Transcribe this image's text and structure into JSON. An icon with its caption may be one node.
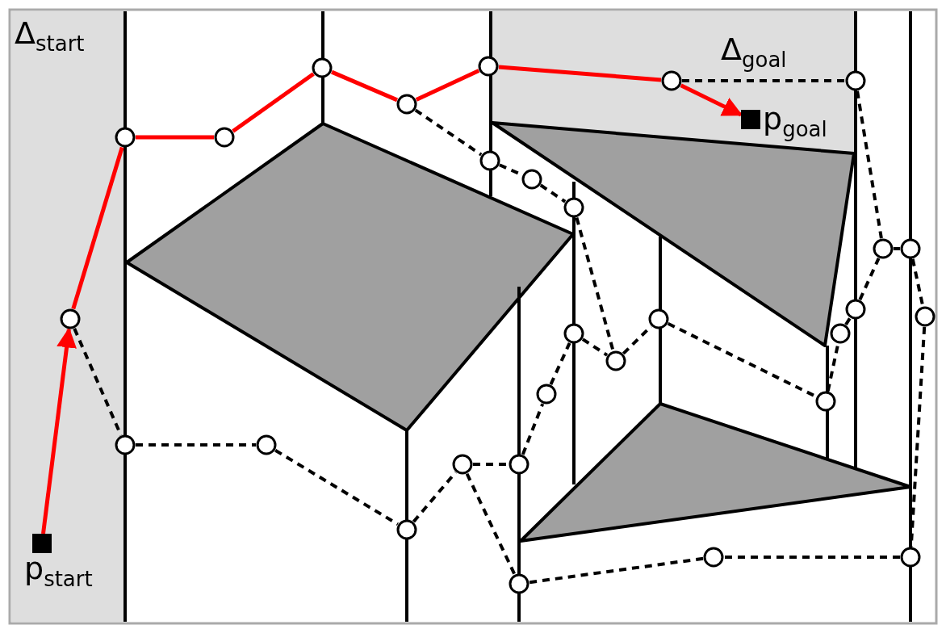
{
  "diagram": {
    "nodes": [
      {
        "text": [],
        "shape": "circle"
      },
      {
        "text": [],
        "shape": "circle"
      },
      {
        "text": [],
        "shape": "circle"
      },
      {
        "text": [],
        "shape": "circle"
      },
      {
        "text": [],
        "shape": "circle"
      },
      {
        "text": [],
        "shape": "circle"
      },
      {
        "text": [],
        "shape": "circle"
      },
      {
        "text": [],
        "shape": "circle"
      },
      {
        "text": [],
        "shape": "circle"
      },
      {
        "text": [],
        "shape": "circle"
      },
      {
        "text": [],
        "shape": "circle"
      },
      {
        "text": [],
        "shape": "circle"
      },
      {
        "text": [],
        "shape": "circle"
      },
      {
        "text": [],
        "shape": "circle"
      },
      {
        "text": [],
        "shape": "circle"
      },
      {
        "text": [],
        "shape": "circle"
      },
      {
        "text": [],
        "shape": "circle"
      },
      {
        "text": [],
        "shape": "circle"
      },
      {
        "text": [],
        "shape": "circle"
      },
      {
        "text": [],
        "shape": "circle"
      },
      {
        "text": [],
        "shape": "circle"
      },
      {
        "text": [],
        "shape": "circle"
      },
      {
        "text": [],
        "shape": "circle"
      },
      {
        "text": [],
        "shape": "circle"
      },
      {
        "text": [],
        "shape": "circle"
      },
      {
        "text": [],
        "shape": "circle"
      },
      {
        "text": [],
        "shape": "circle"
      },
      {
        "text": [],
        "shape": "circle"
      },
      {
        "text": [],
        "shape": "circle"
      },
      {
        "text": [],
        "shape": "box",
        "beside": [
          "p$_{start}$"
        ]
      },
      {
        "text": [],
        "shape": "box",
        "beside": [
          "p$_{goal}$"
        ]
      }
    ],
    "edges": [
      {
        "from": 29,
        "to": 0,
        "arrow": "to",
        "color": "#ff0000"
      },
      {
        "from": 0,
        "to": 1,
        "arrow": "none",
        "color": "#ff0000"
      },
      {
        "from": 1,
        "to": 2,
        "arrow": "none",
        "color": "#ff0000"
      },
      {
        "from": 2,
        "to": 3,
        "arrow": "none",
        "color": "#ff0000"
      },
      {
        "from": 3,
        "to": 4,
        "arrow": "none",
        "color": "#ff0000"
      },
      {
        "from": 4,
        "to": 5,
        "arrow": "none",
        "color": "#ff0000"
      },
      {
        "from": 5,
        "to": 6,
        "arrow": "none",
        "color": "#ff0000"
      },
      {
        "from": 6,
        "to": 30,
        "arrow": "to",
        "color": "#ff0000"
      },
      {
        "from": 6,
        "to": 7,
        "arrow": "none",
        "style": "dashed"
      },
      {
        "from": 4,
        "to": 8,
        "arrow": "none",
        "style": "dashed"
      },
      {
        "from": 8,
        "to": 9,
        "arrow": "none",
        "style": "dashed"
      },
      {
        "from": 9,
        "to": 10,
        "arrow": "none",
        "style": "dashed"
      },
      {
        "from": 10,
        "to": 18,
        "arrow": "none",
        "style": "dashed"
      },
      {
        "from": 0,
        "to": 11,
        "arrow": "none",
        "style": "dashed"
      },
      {
        "from": 11,
        "to": 12,
        "arrow": "none",
        "style": "dashed"
      },
      {
        "from": 12,
        "to": 13,
        "arrow": "none",
        "style": "dashed"
      },
      {
        "from": 13,
        "to": 14,
        "arrow": "none",
        "style": "dashed"
      },
      {
        "from": 14,
        "to": 15,
        "arrow": "none",
        "style": "dashed"
      },
      {
        "from": 14,
        "to": 28,
        "arrow": "none",
        "style": "dashed"
      },
      {
        "from": 15,
        "to": 16,
        "arrow": "none",
        "style": "dashed"
      },
      {
        "from": 16,
        "to": 17,
        "arrow": "none",
        "style": "dashed"
      },
      {
        "from": 17,
        "to": 18,
        "arrow": "none",
        "style": "dashed"
      },
      {
        "from": 18,
        "to": 19,
        "arrow": "none",
        "style": "dashed"
      },
      {
        "from": 19,
        "to": 20,
        "arrow": "none",
        "style": "dashed"
      },
      {
        "from": 20,
        "to": 21,
        "arrow": "none",
        "style": "dashed"
      },
      {
        "from": 21,
        "to": 22,
        "arrow": "none",
        "style": "dashed"
      },
      {
        "from": 22,
        "to": 23,
        "arrow": "none",
        "style": "dashed"
      },
      {
        "from": 7,
        "to": 23,
        "arrow": "none",
        "style": "dashed"
      },
      {
        "from": 23,
        "to": 24,
        "arrow": "none",
        "style": "dashed"
      },
      {
        "from": 24,
        "to": 25,
        "arrow": "none",
        "style": "dashed"
      },
      {
        "from": 25,
        "to": 26,
        "arrow": "none",
        "style": "dashed"
      },
      {
        "from": 26,
        "to": 27,
        "arrow": "none",
        "style": "dashed"
      },
      {
        "from": 27,
        "to": 28,
        "arrow": "none",
        "style": "dashed"
      }
    ],
    "labels": [
      "Δ$_{start}$",
      "Δ$_{goal}$"
    ]
  }
}
